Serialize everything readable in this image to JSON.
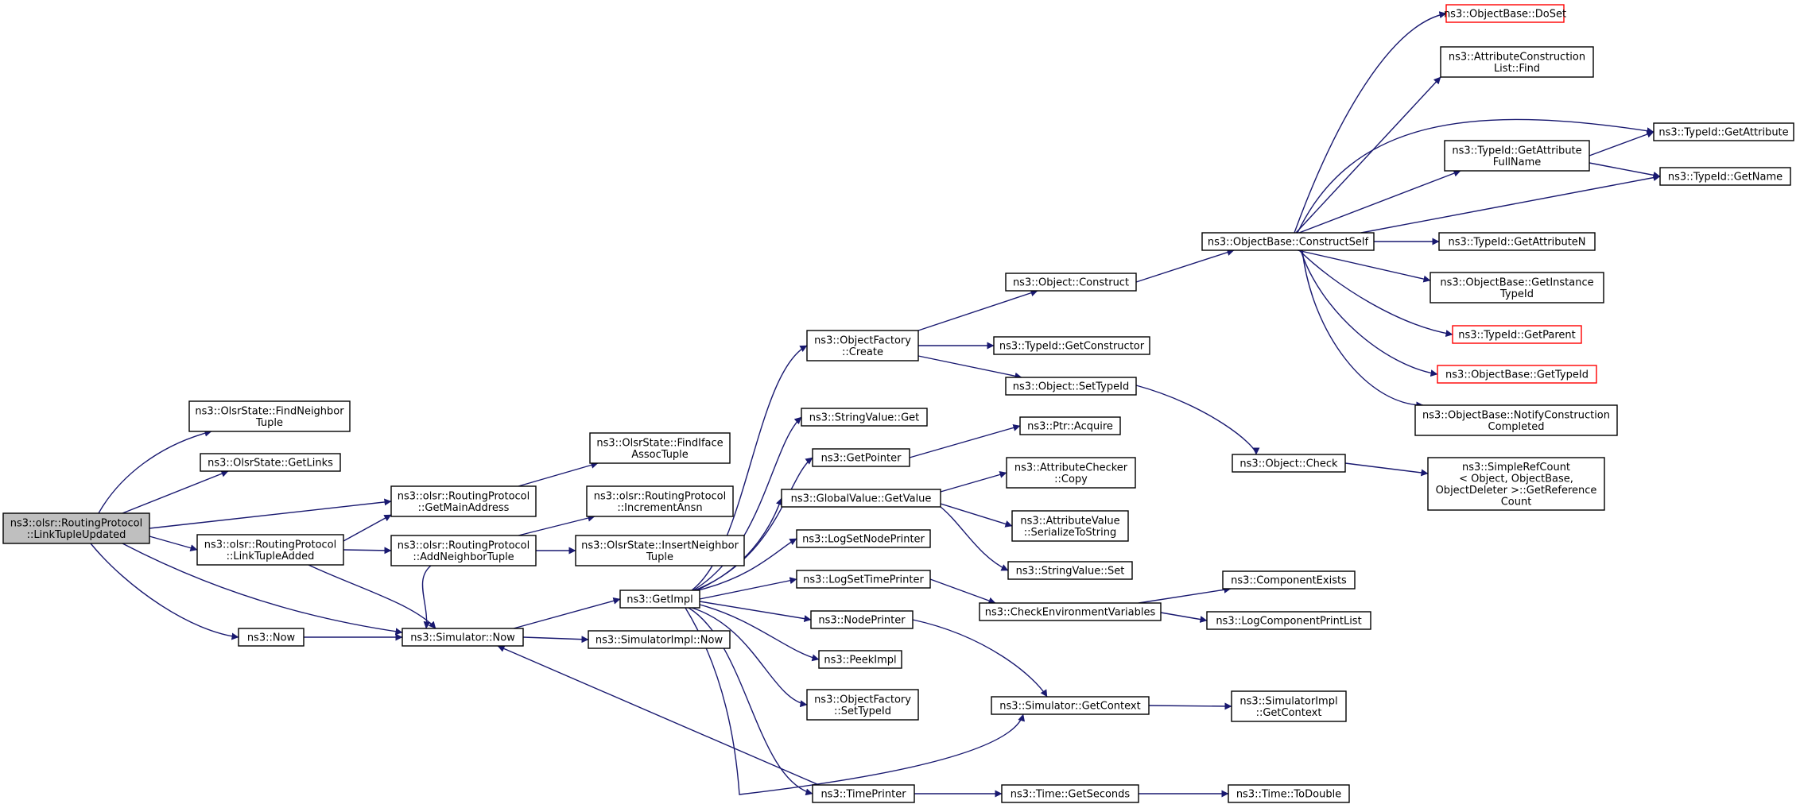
{
  "colors": {
    "edge": "#191970",
    "root_fill": "#bfbfbf",
    "external_border": "#ff0000",
    "border": "#000000"
  },
  "nodes": {
    "link_tuple_updated": {
      "lines": [
        "ns3::olsr::RoutingProtocol",
        "::LinkTupleUpdated"
      ]
    },
    "find_neighbor_tuple": {
      "lines": [
        "ns3::OlsrState::FindNeighbor",
        "Tuple"
      ]
    },
    "get_links": {
      "lines": [
        "ns3::OlsrState::GetLinks"
      ]
    },
    "get_main_address": {
      "lines": [
        "ns3::olsr::RoutingProtocol",
        "::GetMainAddress"
      ]
    },
    "link_tuple_added": {
      "lines": [
        "ns3::olsr::RoutingProtocol",
        "::LinkTupleAdded"
      ]
    },
    "add_neighbor_tuple": {
      "lines": [
        "ns3::olsr::RoutingProtocol",
        "::AddNeighborTuple"
      ]
    },
    "now": {
      "lines": [
        "ns3::Now"
      ]
    },
    "simulator_now": {
      "lines": [
        "ns3::Simulator::Now"
      ]
    },
    "find_iface_assoc_tuple": {
      "lines": [
        "ns3::OlsrState::FindIface",
        "AssocTuple"
      ]
    },
    "increment_ansn": {
      "lines": [
        "ns3::olsr::RoutingProtocol",
        "::IncrementAnsn"
      ]
    },
    "insert_neighbor_tuple": {
      "lines": [
        "ns3::OlsrState::InsertNeighbor",
        "Tuple"
      ]
    },
    "get_impl": {
      "lines": [
        "ns3::GetImpl"
      ]
    },
    "simulator_impl_now": {
      "lines": [
        "ns3::SimulatorImpl::Now"
      ]
    },
    "object_factory_create": {
      "lines": [
        "ns3::ObjectFactory",
        "::Create"
      ]
    },
    "string_value_get": {
      "lines": [
        "ns3::StringValue::Get"
      ]
    },
    "get_pointer": {
      "lines": [
        "ns3::GetPointer"
      ]
    },
    "global_value_get_value": {
      "lines": [
        "ns3::GlobalValue::GetValue"
      ]
    },
    "log_set_node_printer": {
      "lines": [
        "ns3::LogSetNodePrinter"
      ]
    },
    "log_set_time_printer": {
      "lines": [
        "ns3::LogSetTimePrinter"
      ]
    },
    "node_printer": {
      "lines": [
        "ns3::NodePrinter"
      ]
    },
    "peek_impl": {
      "lines": [
        "ns3::PeekImpl"
      ]
    },
    "object_factory_set_type_id": {
      "lines": [
        "ns3::ObjectFactory",
        "::SetTypeId"
      ]
    },
    "time_printer": {
      "lines": [
        "ns3::TimePrinter"
      ]
    },
    "object_construct": {
      "lines": [
        "ns3::Object::Construct"
      ]
    },
    "type_id_get_constructor": {
      "lines": [
        "ns3::TypeId::GetConstructor"
      ]
    },
    "object_set_type_id": {
      "lines": [
        "ns3::Object::SetTypeId"
      ]
    },
    "ptr_acquire": {
      "lines": [
        "ns3::Ptr::Acquire"
      ]
    },
    "attribute_checker_copy": {
      "lines": [
        "ns3::AttributeChecker",
        "::Copy"
      ]
    },
    "attribute_value_serialize": {
      "lines": [
        "ns3::AttributeValue",
        "::SerializeToString"
      ]
    },
    "string_value_set": {
      "lines": [
        "ns3::StringValue::Set"
      ]
    },
    "check_environment_variables": {
      "lines": [
        "ns3::CheckEnvironmentVariables"
      ]
    },
    "simulator_get_context": {
      "lines": [
        "ns3::Simulator::GetContext"
      ]
    },
    "time_get_seconds": {
      "lines": [
        "ns3::Time::GetSeconds"
      ]
    },
    "object_base_construct_self": {
      "lines": [
        "ns3::ObjectBase::ConstructSelf"
      ]
    },
    "object_check": {
      "lines": [
        "ns3::Object::Check"
      ]
    },
    "component_exists": {
      "lines": [
        "ns3::ComponentExists"
      ]
    },
    "log_component_print_list": {
      "lines": [
        "ns3::LogComponentPrintList"
      ]
    },
    "simulator_impl_get_context": {
      "lines": [
        "ns3::SimulatorImpl",
        "::GetContext"
      ]
    },
    "time_to_double": {
      "lines": [
        "ns3::Time::ToDouble"
      ]
    },
    "object_base_do_set": {
      "lines": [
        "ns3::ObjectBase::DoSet"
      ]
    },
    "attribute_construction_list_find": {
      "lines": [
        "ns3::AttributeConstruction",
        "List::Find"
      ]
    },
    "type_id_get_attribute_full_name": {
      "lines": [
        "ns3::TypeId::GetAttribute",
        "FullName"
      ]
    },
    "type_id_get_attribute_n": {
      "lines": [
        "ns3::TypeId::GetAttributeN"
      ]
    },
    "object_base_get_instance_type_id": {
      "lines": [
        "ns3::ObjectBase::GetInstance",
        "TypeId"
      ]
    },
    "type_id_get_parent": {
      "lines": [
        "ns3::TypeId::GetParent"
      ]
    },
    "object_base_get_type_id": {
      "lines": [
        "ns3::ObjectBase::GetTypeId"
      ]
    },
    "object_base_notify_construction_completed": {
      "lines": [
        "ns3::ObjectBase::NotifyConstruction",
        "Completed"
      ]
    },
    "simple_ref_count_get_reference_count": {
      "lines": [
        "ns3::SimpleRefCount",
        "< Object, ObjectBase,",
        " ObjectDeleter >::GetReference",
        "Count"
      ]
    },
    "type_id_get_attribute": {
      "lines": [
        "ns3::TypeId::GetAttribute"
      ]
    },
    "type_id_get_name": {
      "lines": [
        "ns3::TypeId::GetName"
      ]
    }
  }
}
